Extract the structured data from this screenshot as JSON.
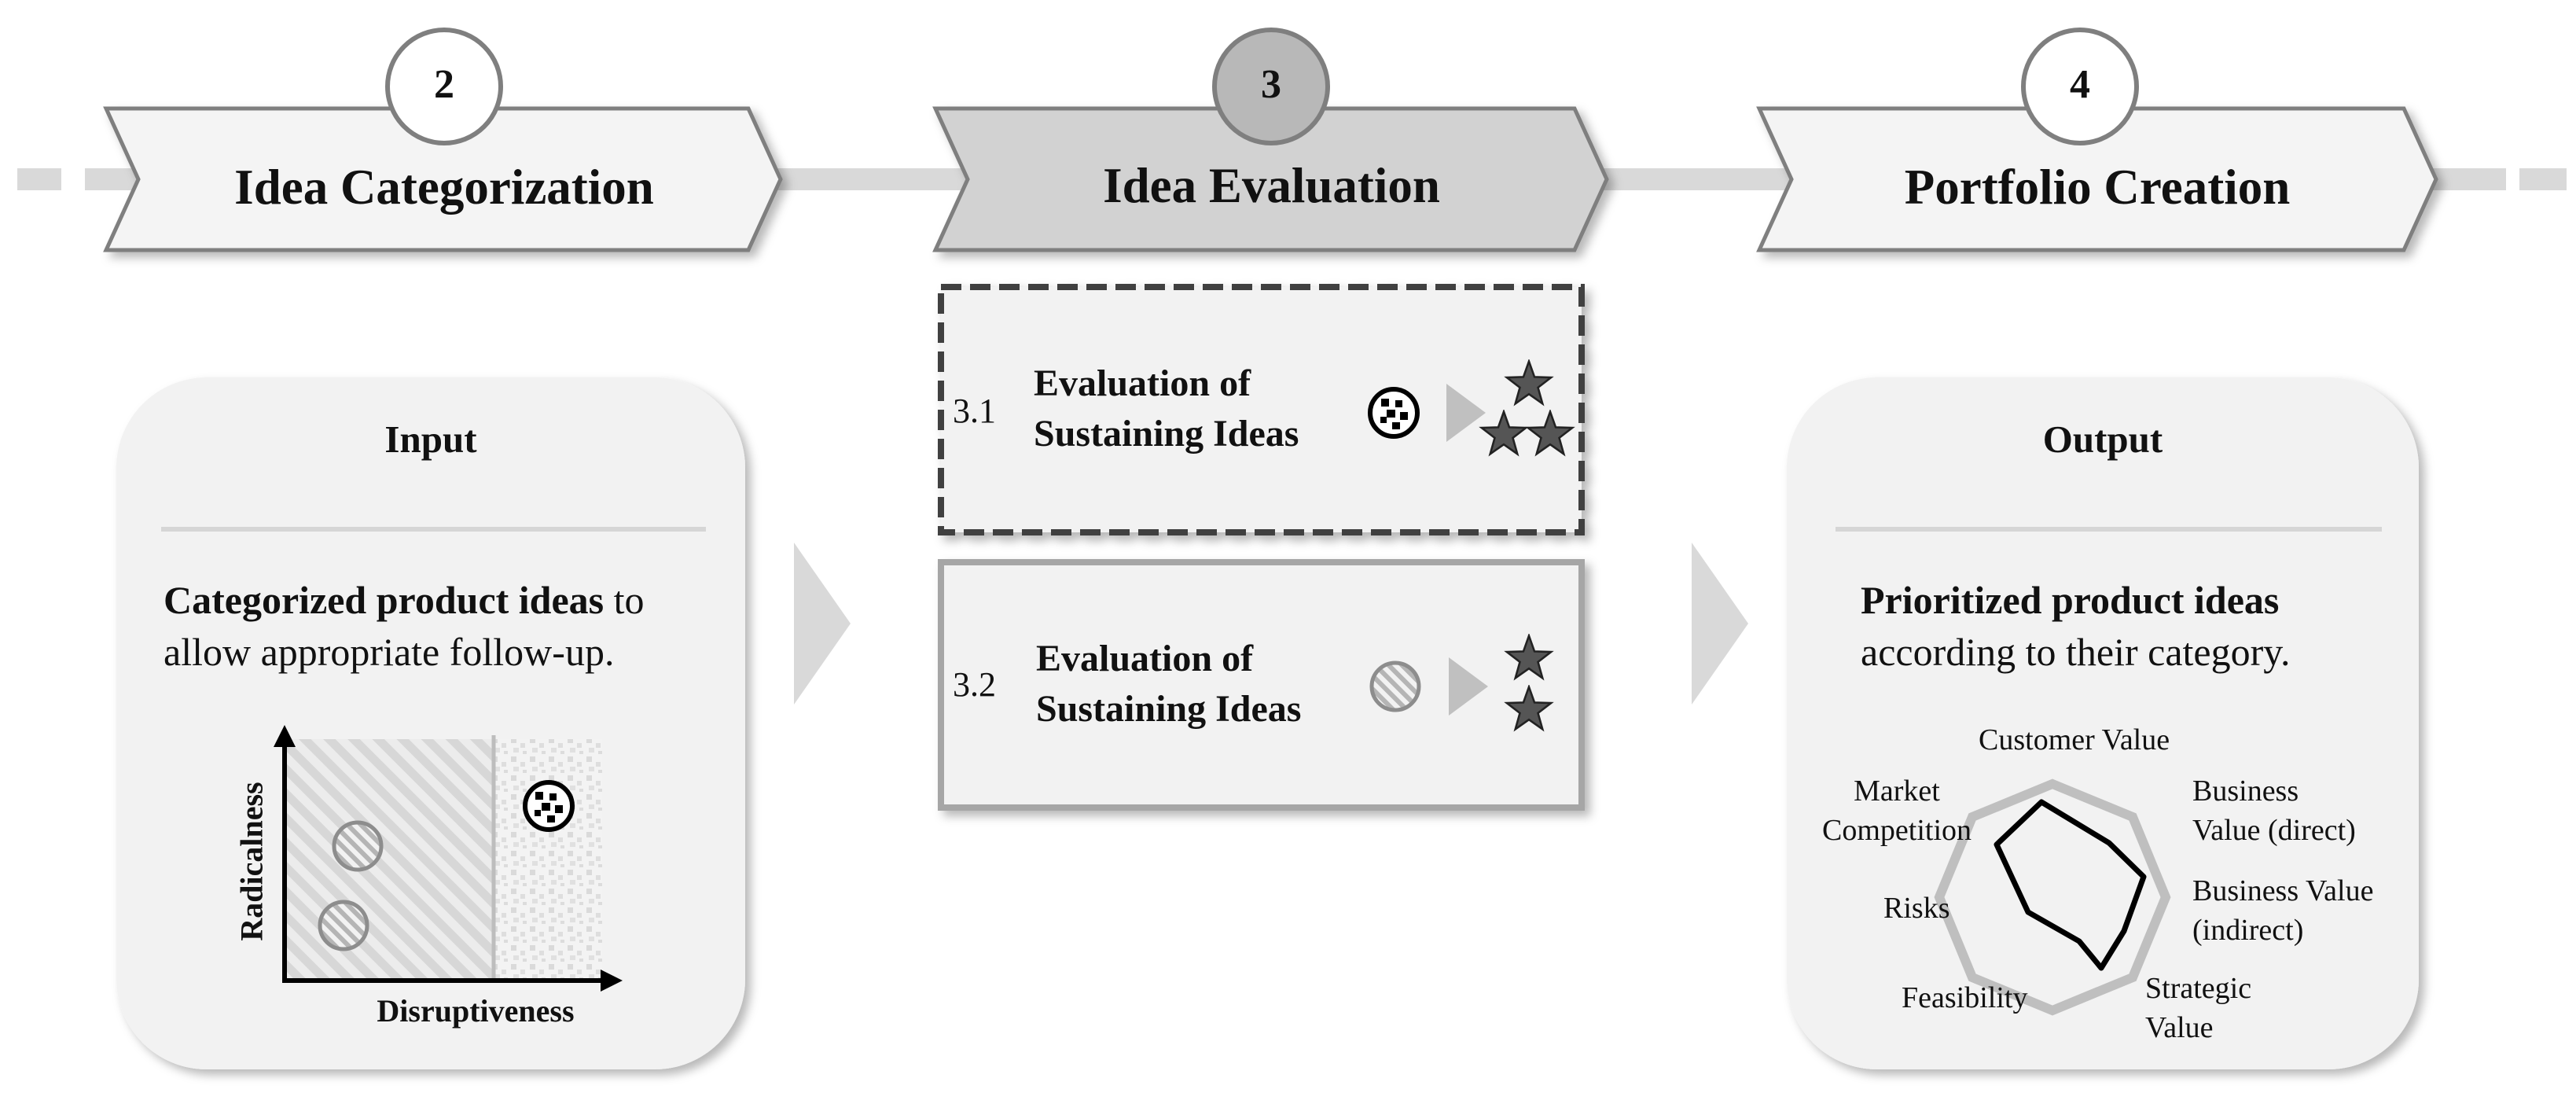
{
  "steps": [
    {
      "number": "2",
      "title": "Idea Categorization",
      "highlighted": false
    },
    {
      "number": "3",
      "title": "Idea Evaluation",
      "highlighted": true
    },
    {
      "number": "4",
      "title": "Portfolio Creation",
      "highlighted": false
    }
  ],
  "input_box": {
    "title": "Input",
    "text_bold": "Categorized product ideas",
    "text_rest": " to",
    "text_line2": "allow appropriate follow-up.",
    "y_axis_label": "Radicalness",
    "x_axis_label": "Disruptiveness"
  },
  "evaluations": [
    {
      "number": "3.1",
      "title_line1": "Evaluation of",
      "title_line2": "Sustaining Ideas",
      "border": "dashed",
      "stars": 3,
      "idea_icon": "checkered-circle-icon"
    },
    {
      "number": "3.2",
      "title_line1": "Evaluation of",
      "title_line2": "Sustaining Ideas",
      "border": "solid",
      "stars": 2,
      "idea_icon": "striped-circle-icon"
    }
  ],
  "output_box": {
    "title": "Output",
    "text_bold": "Prioritized product ideas",
    "text_line2": "according to their category.",
    "radar_labels": {
      "customer_value": "Customer Value",
      "business_direct_1": "Business",
      "business_direct_2": "Value (direct)",
      "business_indirect_1": "Business Value",
      "business_indirect_2": "(indirect)",
      "strategic_1": "Strategic",
      "strategic_2": "Value",
      "feasibility": "Feasibility",
      "risks": "Risks",
      "market_1": "Market",
      "market_2": "Competition"
    }
  },
  "colors": {
    "chevron_fill": "#f4f4f4",
    "chevron_active_fill": "#d2d2d2",
    "outline": "#7f7f7f",
    "track": "#d9d9d9",
    "star": "#555555"
  }
}
